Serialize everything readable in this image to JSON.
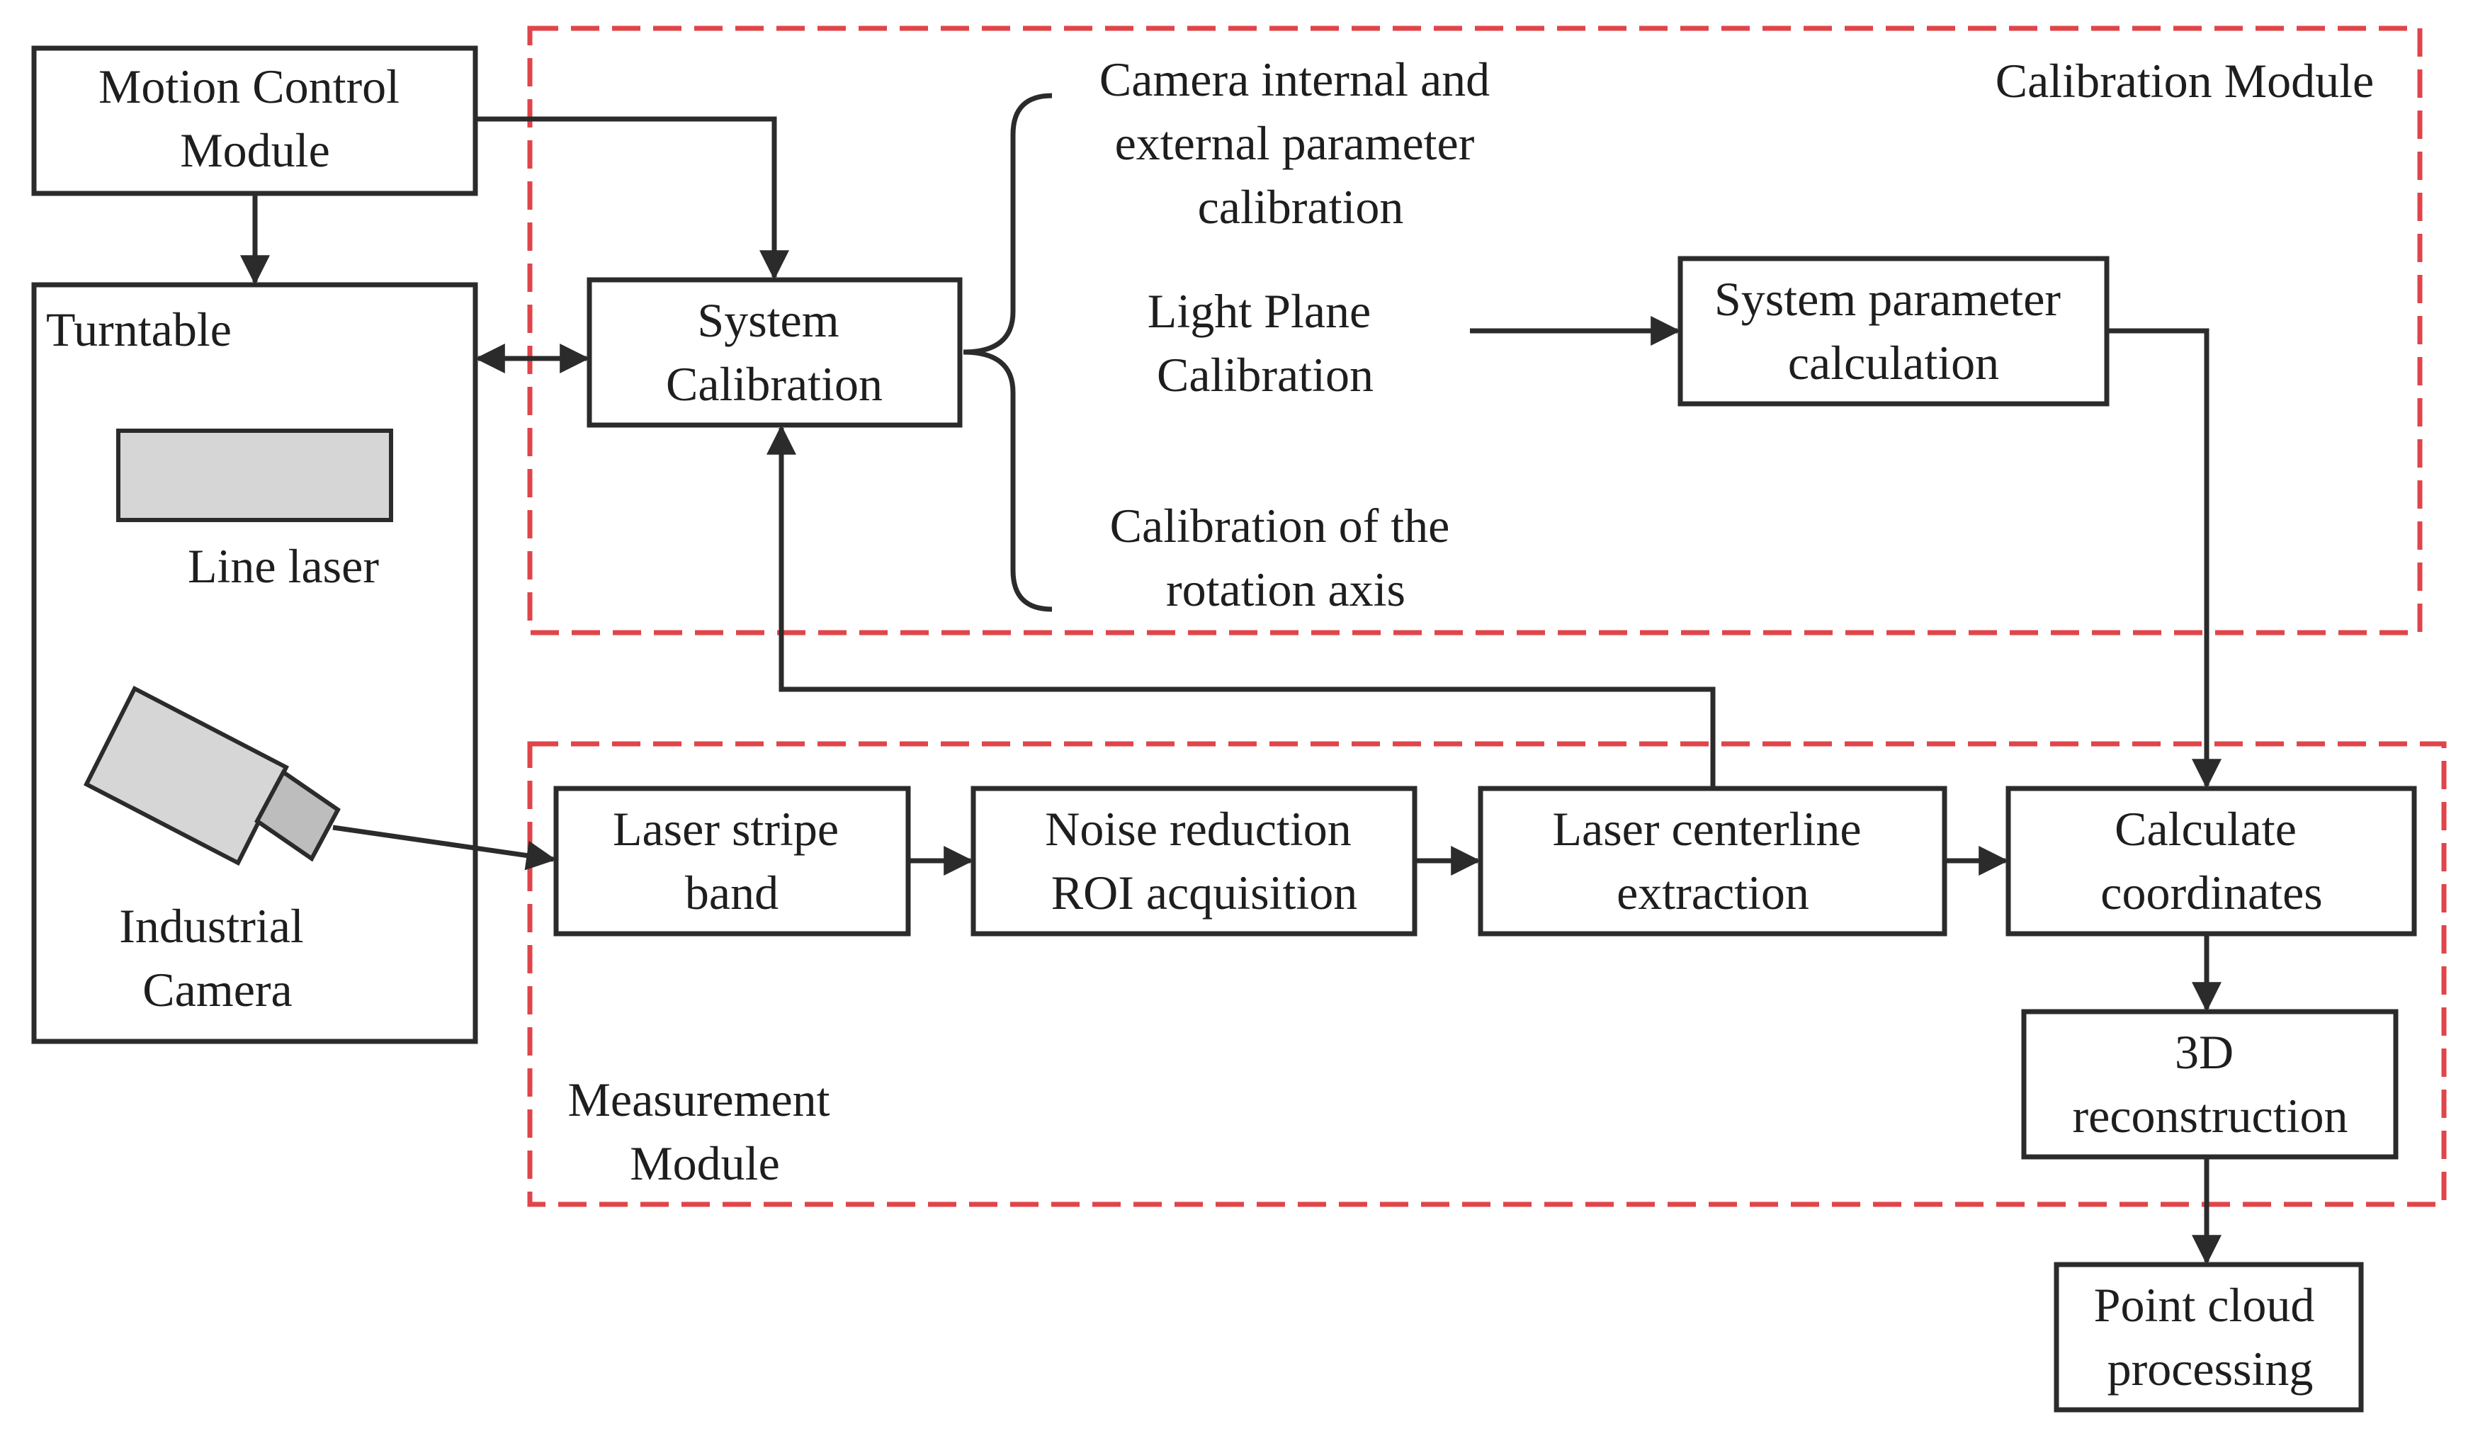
{
  "colors": {
    "ink": "#2b2b2b",
    "module_border": "#e0454a",
    "device_fill": "#d6d6d6"
  },
  "modules": {
    "calibration": "Calibration Module",
    "measurement": [
      "Measurement",
      "Module"
    ]
  },
  "boxes": {
    "motion_control": [
      "Motion Control",
      "Module"
    ],
    "turntable": "Turntable",
    "system_calibration": [
      "System",
      "Calibration"
    ],
    "system_parameter": [
      "System parameter",
      "calculation"
    ],
    "laser_stripe": [
      "Laser stripe",
      "band"
    ],
    "noise_reduction": [
      "Noise reduction",
      "ROI acquisition"
    ],
    "centerline": [
      "Laser centerline",
      "extraction"
    ],
    "calculate": [
      "Calculate",
      "coordinates"
    ],
    "reconstruction": [
      "3D",
      "reconstruction"
    ],
    "point_cloud": [
      "Point cloud",
      "processing"
    ]
  },
  "devices": {
    "line_laser": "Line laser",
    "camera": [
      "Industrial",
      "Camera"
    ]
  },
  "calibration_items": {
    "camera_params": [
      "Camera internal and",
      "external parameter",
      "calibration"
    ],
    "light_plane": [
      "Light Plane",
      "Calibration"
    ],
    "rotation_axis": [
      "Calibration of the",
      "rotation axis"
    ]
  }
}
